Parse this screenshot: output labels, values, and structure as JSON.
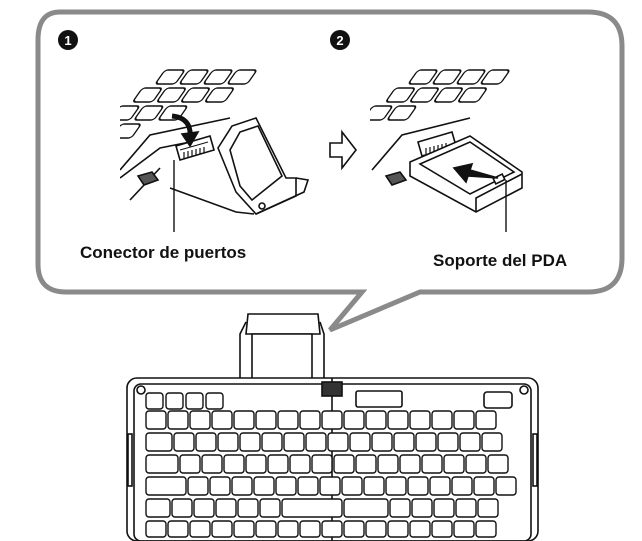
{
  "callout": {
    "step1_marker": "1",
    "step2_marker": "2",
    "label_connector": "Conector de puertos",
    "label_pda_holder": "Soporte del PDA"
  },
  "icons": {
    "step_arrow": "outline-right-arrow-icon",
    "insert_arrow": "solid-arrow-icon"
  },
  "colors": {
    "stroke": "#111111",
    "callout_border": "#8a8a8a",
    "paper": "#ffffff"
  }
}
